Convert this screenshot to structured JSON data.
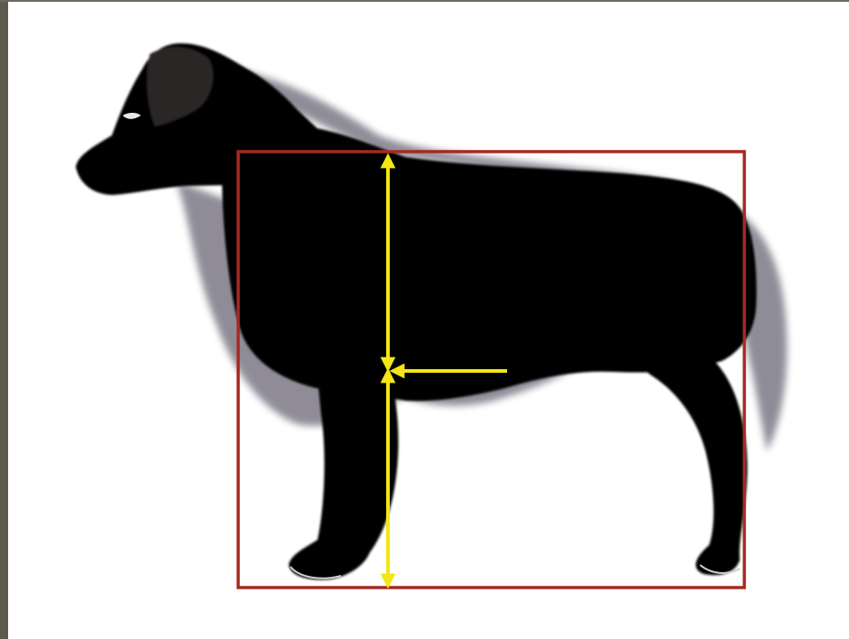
{
  "figure": {
    "subject": "dog-silhouette-side-view",
    "colors": {
      "frame_border": "#5b5a4c",
      "background": "#ffffff",
      "silhouette": "#050505",
      "fur_edge": "#6f6c78",
      "proportion_box": "#a52a22",
      "arrows": "#f3e614"
    },
    "annotations": {
      "proportion_box": "rectangle-body-length-vs-height",
      "vertical_arrows": "chest-depth-vs-leg-length",
      "horizontal_arrow": "pointer-to-elbow"
    }
  }
}
